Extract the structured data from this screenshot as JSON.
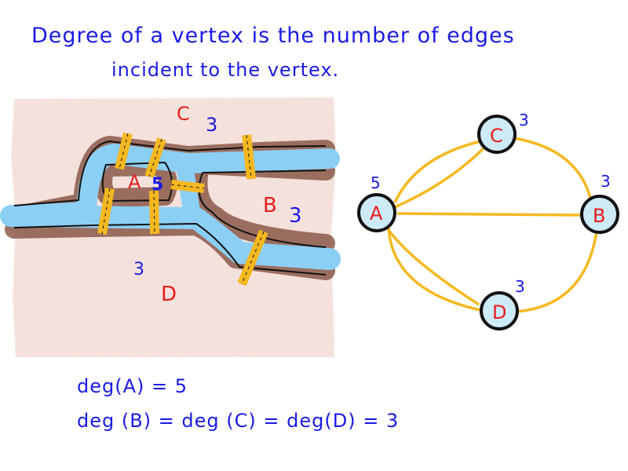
{
  "heading": {
    "line1": "Degree of a vertex is the number of edges",
    "line2": "incident to the vertex."
  },
  "map": {
    "description": "Königsberg bridges sketch",
    "land_regions": [
      {
        "id": "C",
        "label": "C",
        "degree": "3"
      },
      {
        "id": "A",
        "label": "A",
        "degree": "5"
      },
      {
        "id": "B",
        "label": "B",
        "degree": "3"
      },
      {
        "id": "D",
        "label": "D",
        "degree": "3"
      }
    ],
    "bridge_count": 7,
    "colors": {
      "land": "#f5e1dc",
      "river": "#8ccff5",
      "bank": "#8b5a4a",
      "bridge": "#f5b820"
    }
  },
  "graph": {
    "nodes": [
      {
        "id": "A",
        "label": "A",
        "degree": "5"
      },
      {
        "id": "B",
        "label": "B",
        "degree": "3"
      },
      {
        "id": "C",
        "label": "C",
        "degree": "3"
      },
      {
        "id": "D",
        "label": "D",
        "degree": "3"
      }
    ],
    "edges": [
      [
        "A",
        "C"
      ],
      [
        "A",
        "C"
      ],
      [
        "A",
        "B"
      ],
      [
        "A",
        "D"
      ],
      [
        "A",
        "D"
      ],
      [
        "C",
        "B"
      ],
      [
        "D",
        "B"
      ]
    ],
    "colors": {
      "edge": "#f5b820",
      "node_fill": "#cdeaf7",
      "node_stroke": "#111111",
      "label": "#e81c1c",
      "degree": "#1a1ae6"
    }
  },
  "equations": {
    "line1": "deg(A) = 5",
    "line2": "deg (B) = deg (C) = deg(D) = 3"
  }
}
